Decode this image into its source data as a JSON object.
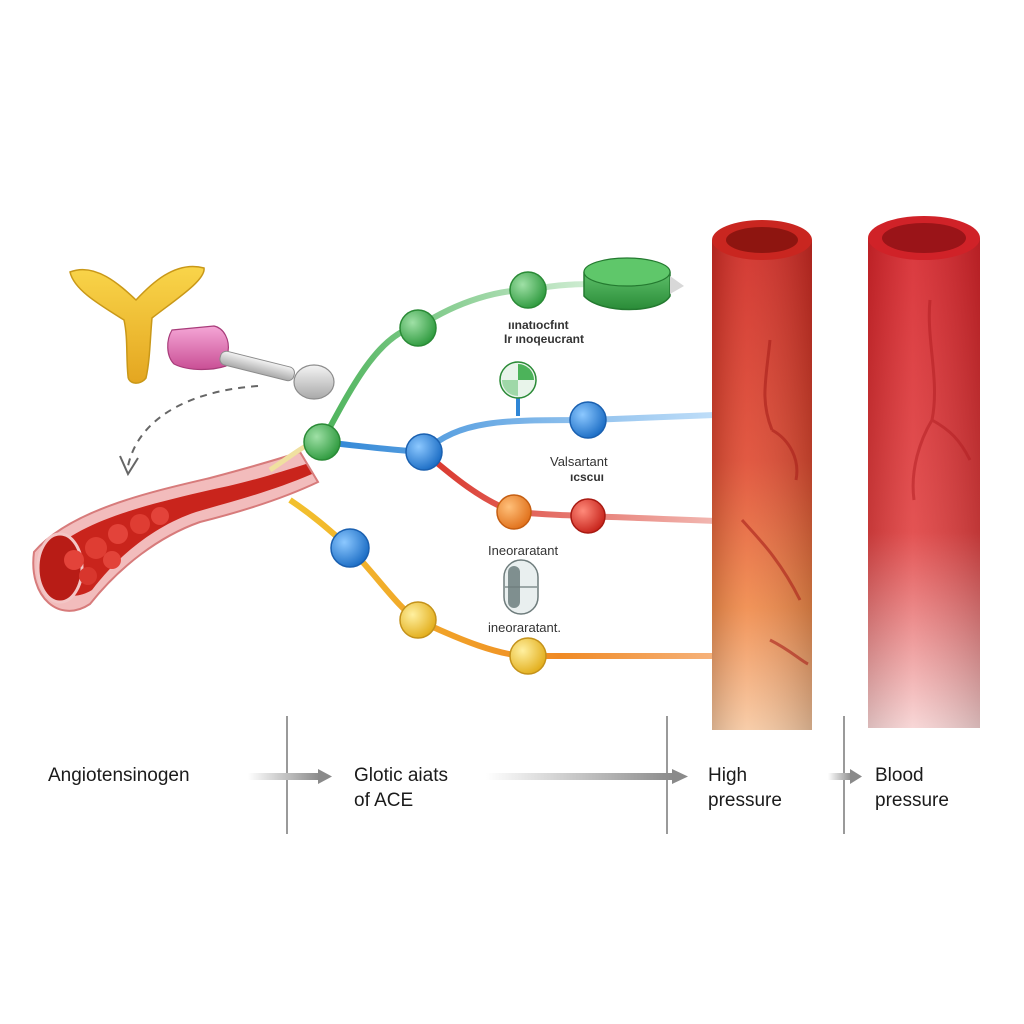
{
  "labels": {
    "top_node_line1": "ıınatıocfınt",
    "top_node_line2": "Ir ınoqeucrant",
    "valsartant": "Valsartant",
    "valsartant_sub": "ıcscuı",
    "mid_lower_label": "Ineoraratant",
    "bottom_label": "ineoraratant."
  },
  "stages": {
    "angiotensinogen": "Angiotensinogen",
    "ace_line1": "Glotic aiats",
    "ace_line2": "of ACE",
    "high_line1": "High",
    "high_line2": "pressure",
    "blood_line1": "Blood",
    "blood_line2": "pressure"
  },
  "colors": {
    "green": "#4cb35a",
    "blue": "#2f86d6",
    "red": "#d9342a",
    "orange": "#f08a24",
    "yellow": "#f2c12e",
    "vessel_red": "#d8302a",
    "receptor_yellow": "#f2c230",
    "pink": "#e46fb2"
  }
}
